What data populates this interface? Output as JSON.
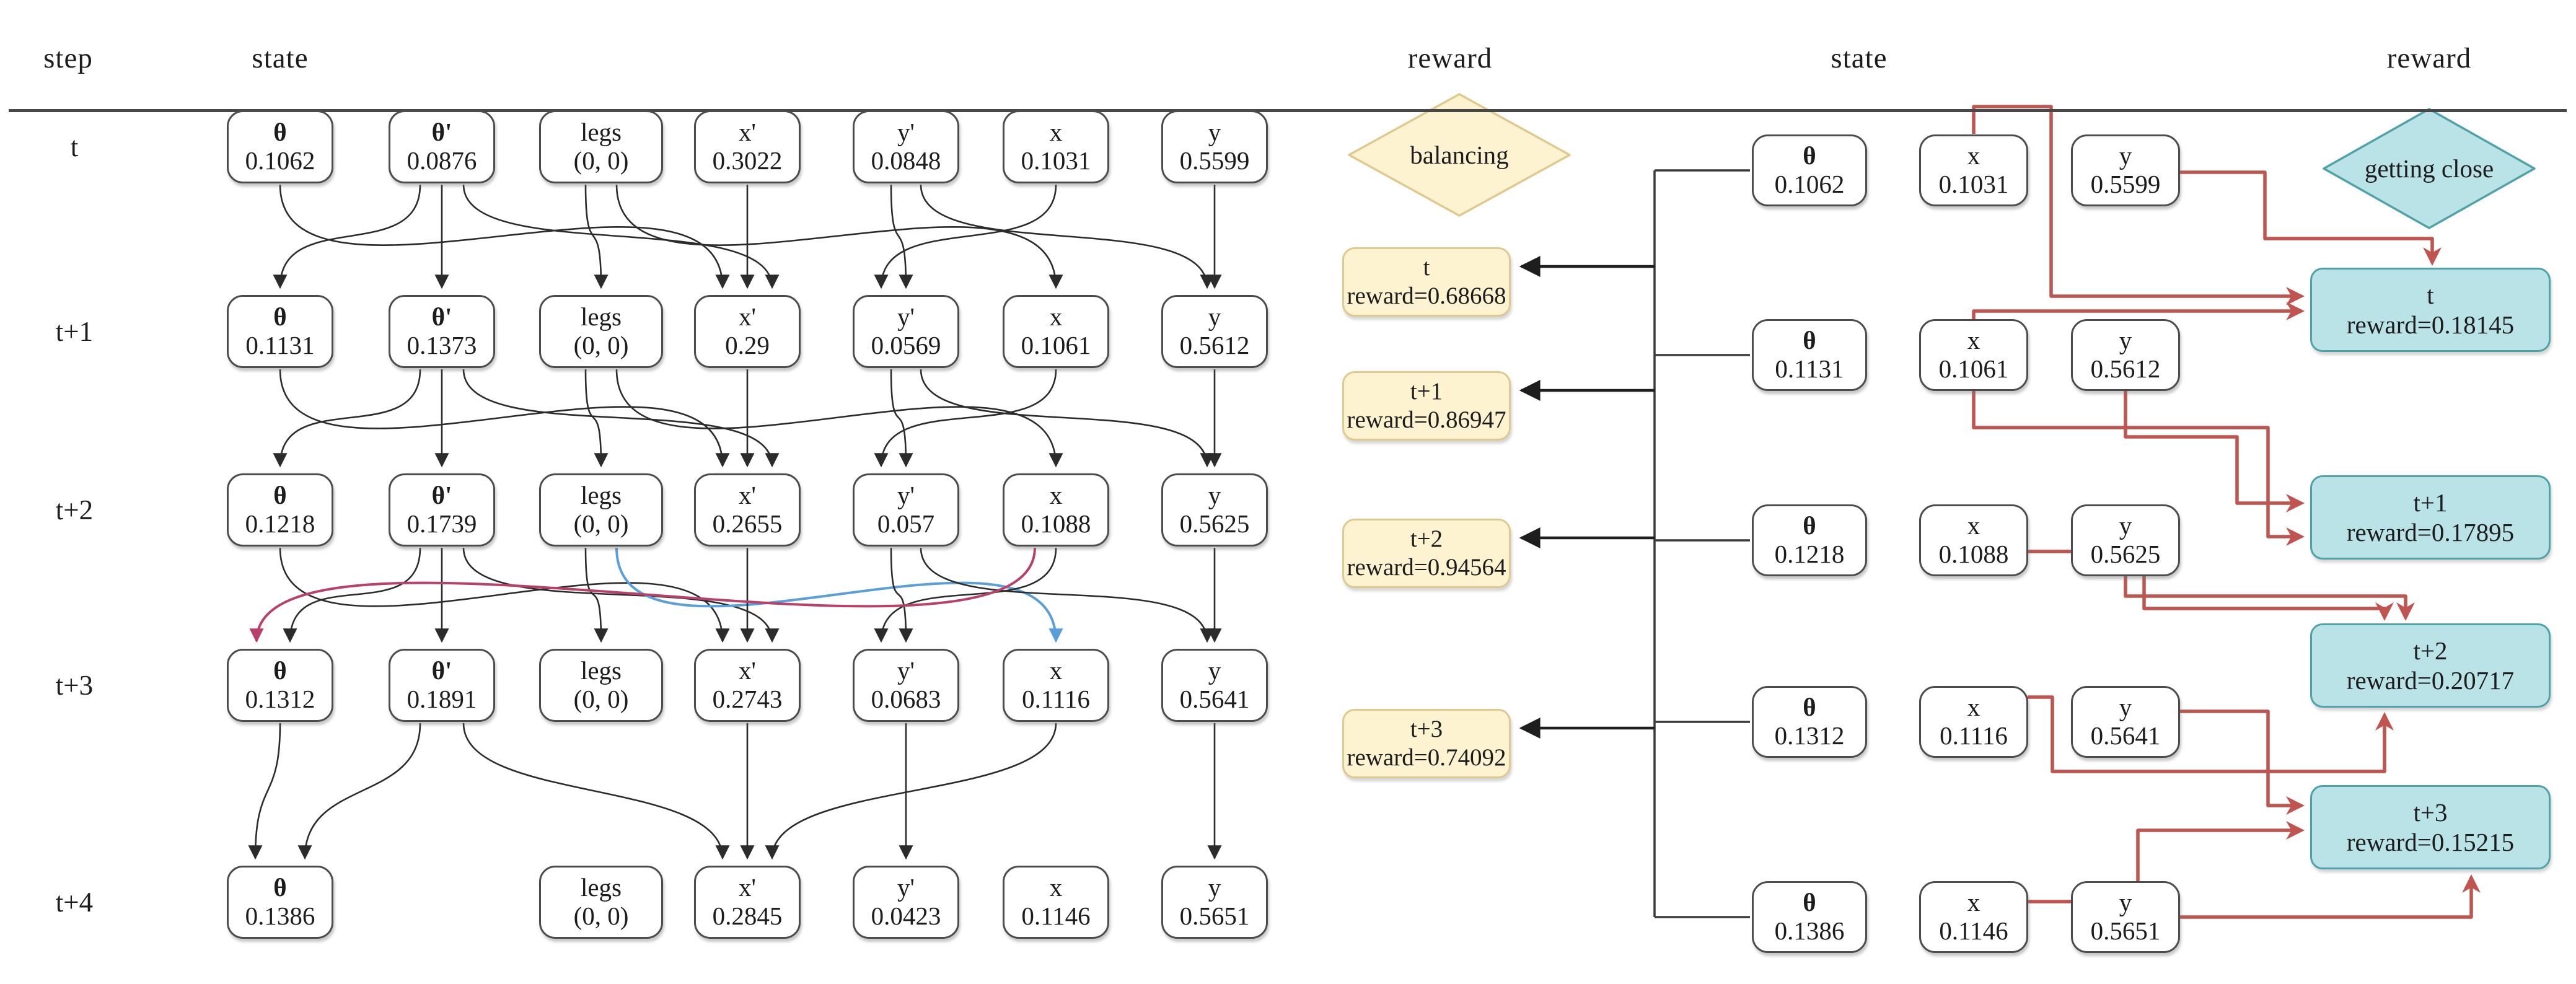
{
  "headers": {
    "step": "step",
    "state_left": "state",
    "reward_left": "reward",
    "state_right": "state",
    "reward_right": "reward"
  },
  "left_graph": {
    "columns": [
      "θ",
      "θ'",
      "legs",
      "x'",
      "y'",
      "x",
      "y"
    ],
    "rows": [
      {
        "step": "t",
        "values": {
          "theta": "0.1062",
          "theta_dot": "0.0876",
          "legs": "(0,  0)",
          "x_dot": "0.3022",
          "y_dot": "0.0848",
          "x": "0.1031",
          "y": "0.5599"
        }
      },
      {
        "step": "t+1",
        "values": {
          "theta": "0.1131",
          "theta_dot": "0.1373",
          "legs": "(0,  0)",
          "x_dot": "0.29",
          "y_dot": "0.0569",
          "x": "0.1061",
          "y": "0.5612"
        }
      },
      {
        "step": "t+2",
        "values": {
          "theta": "0.1218",
          "theta_dot": "0.1739",
          "legs": "(0,  0)",
          "x_dot": "0.2655",
          "y_dot": "0.057",
          "x": "0.1088",
          "y": "0.5625"
        }
      },
      {
        "step": "t+3",
        "values": {
          "theta": "0.1312",
          "theta_dot": "0.1891",
          "legs": "(0,  0)",
          "x_dot": "0.2743",
          "y_dot": "0.0683",
          "x": "0.1116",
          "y": "0.5641"
        }
      },
      {
        "step": "t+4",
        "values": {
          "theta": "0.1386",
          "theta_dot": null,
          "legs": "(0,  0)",
          "x_dot": "0.2845",
          "y_dot": "0.0423",
          "x": "0.1146",
          "y": "0.5651"
        }
      }
    ]
  },
  "balancing": {
    "label": "balancing",
    "rewards": [
      {
        "step": "t",
        "text": "reward=0.68668"
      },
      {
        "step": "t+1",
        "text": "reward=0.86947"
      },
      {
        "step": "t+2",
        "text": "reward=0.94564"
      },
      {
        "step": "t+3",
        "text": "reward=0.74092"
      }
    ]
  },
  "right_graph": {
    "columns": [
      "θ",
      "x",
      "y"
    ],
    "rows": [
      {
        "theta": "0.1062",
        "x": "0.1031",
        "y": "0.5599"
      },
      {
        "theta": "0.1131",
        "x": "0.1061",
        "y": "0.5612"
      },
      {
        "theta": "0.1218",
        "x": "0.1088",
        "y": "0.5625"
      },
      {
        "theta": "0.1312",
        "x": "0.1116",
        "y": "0.5641"
      },
      {
        "theta": "0.1386",
        "x": "0.1146",
        "y": "0.5651"
      }
    ]
  },
  "getting_close": {
    "label": "getting close",
    "rewards": [
      {
        "step": "t",
        "text": "reward=0.18145"
      },
      {
        "step": "t+1",
        "text": "reward=0.17895"
      },
      {
        "step": "t+2",
        "text": "reward=0.20717"
      },
      {
        "step": "t+3",
        "text": "reward=0.15215"
      }
    ]
  },
  "colors": {
    "yellow_fill": "#fdf3d1",
    "yellow_border": "#dfc98e",
    "teal_fill": "#b9e3e6",
    "teal_border": "#4fa3a8",
    "edge_black": "#2b2b2b",
    "edge_red": "#c0544f",
    "edge_magenta": "#b9406b",
    "edge_blue": "#5a9fd9"
  }
}
